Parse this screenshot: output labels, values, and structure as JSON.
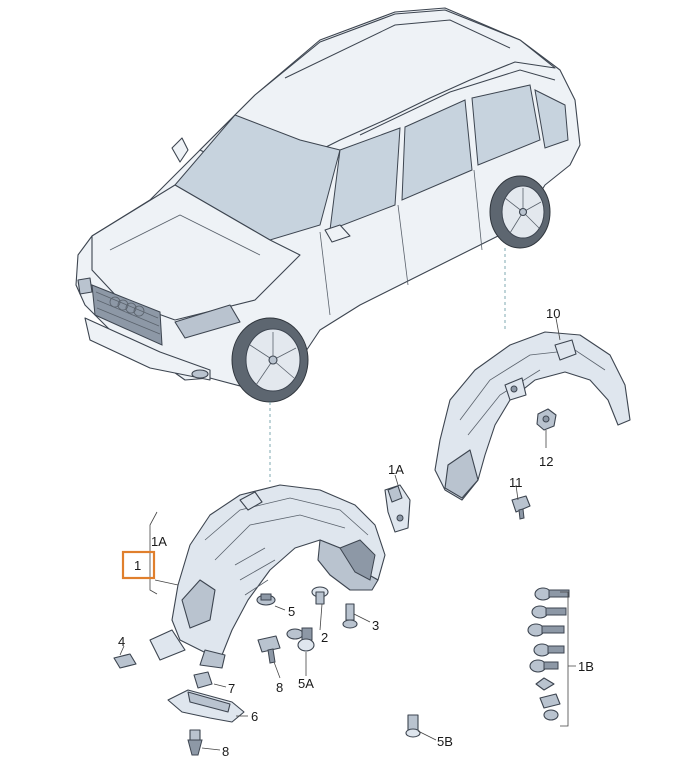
{
  "diagram": {
    "highlighted_label": "1",
    "labels": {
      "l1": "1",
      "l1a_left": "1A",
      "l1a_top": "1A",
      "l1b": "1B",
      "l2": "2",
      "l3": "3",
      "l4": "4",
      "l5": "5",
      "l5a": "5A",
      "l5b": "5B",
      "l6": "6",
      "l7": "7",
      "l8_mid": "8",
      "l8_bottom": "8",
      "l10": "10",
      "l11": "11",
      "l12": "12"
    },
    "colors": {
      "highlight": "#e07f2c",
      "leader_dashed": "#7fa9b0"
    }
  }
}
